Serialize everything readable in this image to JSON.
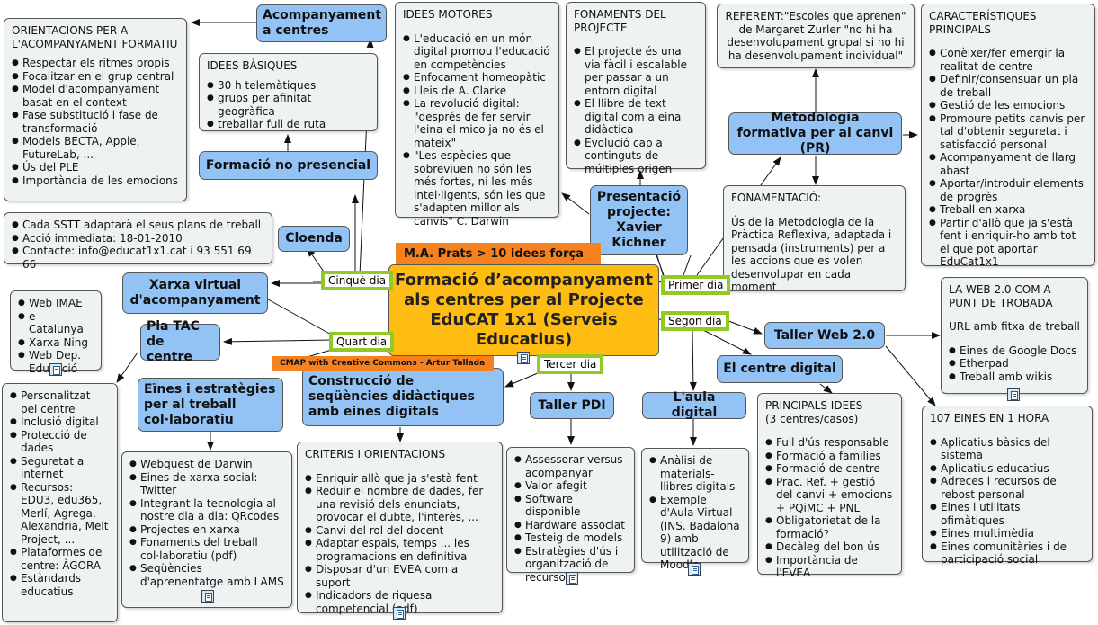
{
  "central": {
    "title": "Formació d’acompanyament als centres per al Projecte EduCAT 1x1 (Serveis Educatius)",
    "top_banner": "M.A. Prats > 10 idees força",
    "bottom_banner": "CMAP with Creative Commons - Artur Tallada"
  },
  "links": {
    "primer_dia": "Primer dia",
    "segon_dia": "Segon dia",
    "tercer_dia": "Tercer dia",
    "quart_dia": "Quart dia",
    "cinque_dia": "Cinquè dia"
  },
  "concepts": {
    "acompanyament": "Acompanyament a centres",
    "formacio_no_presencial": "Formació no presencial",
    "cloenda": "Cloenda",
    "xarxa_virtual": "Xarxa virtual d'acompanyament",
    "pla_tac": "Pla TAC de centre",
    "eines_estrategies": "Eïnes i estratègies per al treball col·laboratiu",
    "construccio": "Construcció de seqüències didàctiques amb eines digitals",
    "taller_pdi": "Taller PDI",
    "aula_digital": "L'aula digital",
    "centre_digital": "El centre digital",
    "taller_web": "Taller Web 2.0",
    "presentacio": "Presentació projecte: Xavier Kichner",
    "metodologia": "Metodologia formativa per al canvi (PR)"
  },
  "boxes": {
    "orientacions": {
      "title": "ORIENTACIONS PER A\nL'ACOMPANYAMENT FORMATIU",
      "items": [
        "Respectar els ritmes propis",
        "Focalitzar en el grup central",
        "Model d'acompanyament basat en el context",
        "Fase substitució i fase de transformació",
        " Models BECTA, Apple, FutureLab, ...",
        "Ús del PLE",
        "Importància de les emocions"
      ]
    },
    "idees_basiques": {
      "title": "IDEES BÀSIQUES",
      "items": [
        "30 h telemàtiques",
        "grups per afinitat geogràfica",
        "treballar full de ruta"
      ]
    },
    "idees_motores": {
      "title": "IDEES MOTORES",
      "items": [
        "L'educació en un món digital promou l'educació en competències",
        "Enfocament homeopàtic",
        "Lleis de A. Clarke",
        "La revolució digital: \"després de fer servir l'eina el mico ja no és el mateix\"",
        "\"Les espècies que sobreviuen no són les més fortes, ni les més intel·ligents, són les que s'adapten millor als canvis\" C. Darwin"
      ]
    },
    "fonaments": {
      "title": "FONAMENTS DEL\nPROJECTE",
      "items": [
        "El projecte és una via fàcil i escalable per passar a un entorn digital",
        "El llibre de text digital com a eina didàctica",
        "Evolució cap a continguts de múltiples origen"
      ]
    },
    "referent": {
      "title": "REFERENT:\"Escoles que aprenen\" de Margaret Zurler \"no hi ha desenvolupament grupal si no hi ha desenvolupament individual\""
    },
    "caracteristiques": {
      "title": "CARACTERÍSTIQUES\nPRINCIPALS",
      "items": [
        "Conèixer/fer emergir la realitat de centre",
        "Definir/consensuar un pla de treball",
        "Gestió de les emocions",
        "Promoure petits canvis per tal d'obtenir seguretat i satisfacció personal",
        "Acompanyament de llarg abast",
        "Aportar/introduir elements de progrès",
        "Treball en xarxa",
        "Partir d'allò que ja s'està fent i enriquir-ho amb tot el que pot aportar EduCat1x1"
      ]
    },
    "fonamentacio": {
      "title": "FONAMENTACIÓ:",
      "text": "Ús de la Metodologia de la Pràctica Reflexiva, adaptada i pensada (instruments) per a les accions que es volen desenvolupar en cada moment"
    },
    "cloenda_info": {
      "items": [
        "Cada SSTT adaptarà el seus plans de treball",
        "Acció immediata: 18-01-2010",
        "Contacte: info@educat1x1.cat i 93 551 69 66"
      ]
    },
    "xarxa_links": {
      "items": [
        "Web IMAE",
        "e-Catalunya",
        "Xarxa Ning",
        "Web Dep. Educació"
      ]
    },
    "pla_tac_info": {
      "items": [
        "Personalitzat pel centre",
        "Inclusió digital",
        "Protecció de dades",
        "Seguretat a internet",
        "Recursos: EDU3, edu365, Merlí, Agrega, Alexandria, Melt Project, ...",
        "Plataformes de centre: ÀGORA",
        "Estàndards educatius"
      ]
    },
    "eines_info": {
      "items": [
        "Webquest de Darwin",
        "Eines de xarxa social: Twitter",
        "Integrant la tecnologia al nostre dia a dia: QRcodes",
        "Projectes en xarxa",
        "Fonaments del treball col·laboratiu (pdf)",
        "Seqüències d'aprenentatge amb LAMS"
      ]
    },
    "criteris": {
      "title": "CRITERIS I ORIENTACIONS",
      "items": [
        "Enriquir allò que ja s'està fent",
        "Reduir el nombre de dades, fer una revisió dels enunciats, provocar el dubte, l'interès, ...",
        "Canvi del rol del docent",
        "Adaptar espais, temps ... les programacions en definitiva",
        "Disposar d'un EVEA com a suport",
        "Indicadors de riquesa competencial (pdf)"
      ]
    },
    "pdi_info": {
      "items": [
        "Assessorar versus acompanyar",
        "Valor afegit",
        "Software disponible",
        "Hardware associat",
        "Testeig de models",
        "Estratègies d'ús i organització de recursos"
      ]
    },
    "aula_info": {
      "items": [
        "Anàlisi de materials-llibres digitals",
        "Exemple d'Aula Virtual (INS. Badalona 9) amb utilització de Moodle"
      ]
    },
    "principals_idees": {
      "title": "PRINCIPALS IDEES\n(3 centres/casos)",
      "items": [
        "Full d'ús responsable",
        "Formació a families",
        "Formació de centre",
        "Prac. Ref. + gestió del canvi + emocions + PQiMC + PNL",
        "Obligatorietat de la formació?",
        "Decàleg del bon ús",
        "Importància de l'EVEA"
      ]
    },
    "web20_punt": {
      "title": "LA WEB 2.0 COM A\nPUNT DE TROBADA",
      "subtitle": "URL amb fitxa de treball",
      "items": [
        "Eines de Google Docs",
        "Etherpad",
        "Treball amb wikis"
      ]
    },
    "eines_107": {
      "title": "107 EINES EN 1 HORA",
      "items": [
        "Aplicatius bàsics del sistema",
        "Aplicatius educatius",
        "Adreces i recursos de rebost personal",
        "Eines i utilitats ofimàtiques",
        "Eines multimèdia",
        "Eines comunitàries i de participació social"
      ]
    }
  },
  "colors": {
    "concept": "#93c2f5",
    "central": "#ffbd13",
    "banner": "#f5811f",
    "link_border": "#92c926",
    "info": "#eef2f2"
  }
}
